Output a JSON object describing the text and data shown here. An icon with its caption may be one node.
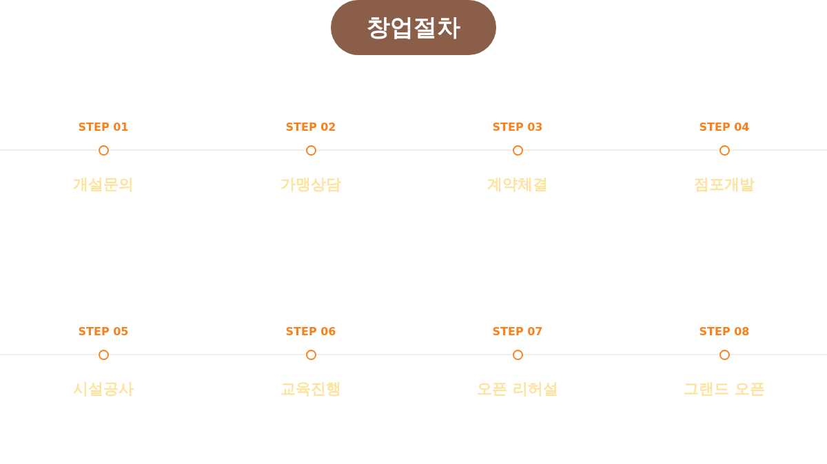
{
  "diagram": {
    "title": "창업절차",
    "nodes": [
      {
        "text": [],
        "shape": "circle",
        "beside": [
          "STEP 01",
          "개설문의"
        ]
      },
      {
        "text": [],
        "shape": "circle",
        "beside": [
          "STEP 02",
          "가맹상담"
        ]
      },
      {
        "text": [],
        "shape": "circle",
        "beside": [
          "STEP 03",
          "계약체결"
        ]
      },
      {
        "text": [],
        "shape": "circle",
        "beside": [
          "STEP 04",
          "점포개발"
        ]
      },
      {
        "text": [],
        "shape": "circle",
        "beside": [
          "STEP 05",
          "시설공사"
        ]
      },
      {
        "text": [],
        "shape": "circle",
        "beside": [
          "STEP 06",
          "교육진행"
        ]
      },
      {
        "text": [],
        "shape": "circle",
        "beside": [
          "STEP 07",
          "오픈 리허설"
        ]
      },
      {
        "text": [],
        "shape": "circle",
        "beside": [
          "STEP 08",
          "그랜드 오픈"
        ]
      }
    ],
    "edges": [
      {
        "from": null,
        "to": 0,
        "arrow": "none"
      },
      {
        "from": 0,
        "to": 1,
        "arrow": "none"
      },
      {
        "from": 1,
        "to": 2,
        "arrow": "none"
      },
      {
        "from": 2,
        "to": 3,
        "arrow": "none"
      },
      {
        "from": 3,
        "to": null,
        "arrow": "none"
      },
      {
        "from": null,
        "to": 4,
        "arrow": "none"
      },
      {
        "from": 4,
        "to": 5,
        "arrow": "none"
      },
      {
        "from": 5,
        "to": 6,
        "arrow": "none"
      },
      {
        "from": 6,
        "to": 7,
        "arrow": "none"
      },
      {
        "from": 7,
        "to": null,
        "arrow": "none"
      }
    ]
  }
}
